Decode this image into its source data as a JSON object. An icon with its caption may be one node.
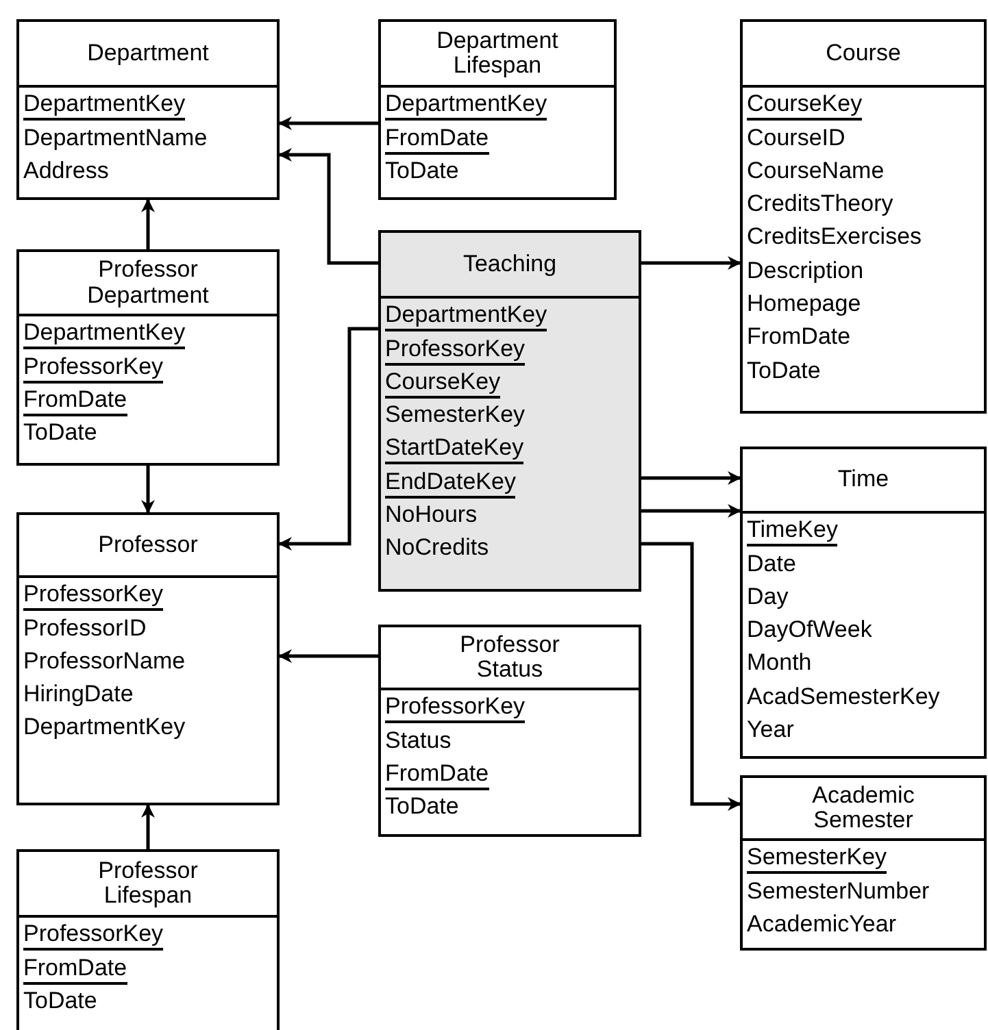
{
  "diagram": {
    "nodes": [
      {
        "text": [
          "Department",
          "DepartmentKey",
          "DepartmentName",
          "Address"
        ]
      },
      {
        "text": [
          "Department Lifespan",
          "DepartmentKey",
          "FromDate",
          "ToDate"
        ]
      },
      {
        "text": [
          "Course",
          "CourseKey",
          "CourseID",
          "CourseName",
          "CreditsTheory",
          "CreditsExercises",
          "Description",
          "Homepage",
          "FromDate",
          "ToDate"
        ]
      },
      {
        "text": [
          "Professor Department",
          "DepartmentKey",
          "ProfessorKey",
          "FromDate",
          "ToDate"
        ]
      },
      {
        "text": [
          "Teaching",
          "DepartmentKey",
          "ProfessorKey",
          "CourseKey",
          "SemesterKey",
          "StartDateKey",
          "EndDateKey",
          "NoHours",
          "NoCredits"
        ]
      },
      {
        "text": [
          "Time",
          "TimeKey",
          "Date",
          "Day",
          "DayOfWeek",
          "Month",
          "AcadSemesterKey",
          "Year"
        ]
      },
      {
        "text": [
          "Professor",
          "ProfessorKey",
          "ProfessorID",
          "ProfessorName",
          "HiringDate",
          "DepartmentKey"
        ]
      },
      {
        "text": [
          "Professor Status",
          "ProfessorKey",
          "Status",
          "FromDate",
          "ToDate"
        ]
      },
      {
        "text": [
          "Academic Semester",
          "SemesterKey",
          "SemesterNumber",
          "AcademicYear"
        ]
      },
      {
        "text": [
          "Professor Lifespan",
          "ProfessorKey",
          "FromDate",
          "ToDate"
        ]
      }
    ],
    "edges": [
      {
        "from": 1,
        "to": 0,
        "arrow": "to"
      },
      {
        "from": 4,
        "to": 0,
        "arrow": "to"
      },
      {
        "from": 4,
        "to": 2,
        "arrow": "to"
      },
      {
        "from": 3,
        "to": 0,
        "arrow": "to"
      },
      {
        "from": 3,
        "to": 6,
        "arrow": "to"
      },
      {
        "from": 4,
        "to": 6,
        "arrow": "to"
      },
      {
        "from": 4,
        "to": 5,
        "arrow": "to"
      },
      {
        "from": 4,
        "to": 5,
        "arrow": "to"
      },
      {
        "from": 4,
        "to": 8,
        "arrow": "to"
      },
      {
        "from": 7,
        "to": 6,
        "arrow": "to"
      },
      {
        "from": 9,
        "to": 6,
        "arrow": "to"
      }
    ]
  }
}
